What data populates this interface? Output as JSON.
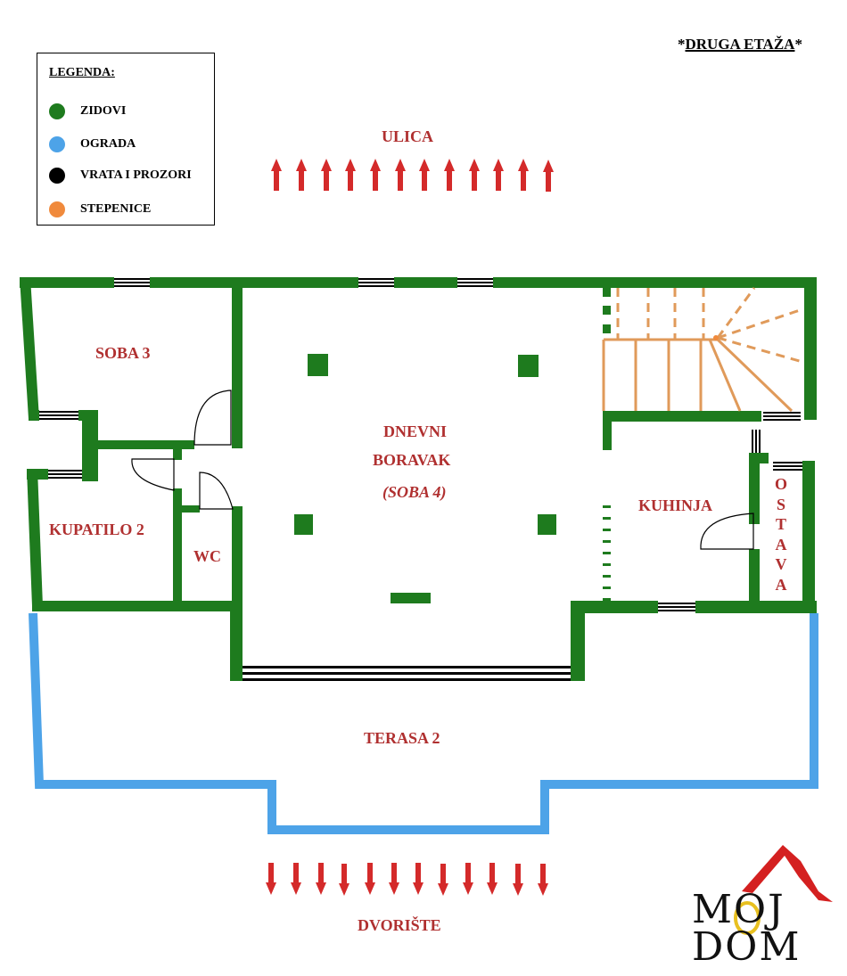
{
  "header": {
    "title_prefix": "*",
    "title": "DRUGA ETAŽA",
    "title_suffix": "*"
  },
  "legend": {
    "title": "LEGENDA:",
    "items": [
      {
        "label": "ZIDOVI",
        "color": "#1e7b1e"
      },
      {
        "label": "OGRADA",
        "color": "#4da3e8"
      },
      {
        "label": "VRATA I PROZORI",
        "color": "#000000"
      },
      {
        "label": "STEPENICE",
        "color": "#f08a3c"
      }
    ]
  },
  "orientation": {
    "top_label": "ULICA",
    "bottom_label": "DVORIŠTE",
    "arrow_count": 12,
    "arrow_color": "#d42a2a"
  },
  "rooms": {
    "soba3": "SOBA 3",
    "dnevni_line1": "DNEVNI",
    "dnevni_line2": "BORAVAK",
    "dnevni_line3": "(SOBA 4)",
    "kupatilo": "KUPATILO 2",
    "wc": "WC",
    "kuhinja": "KUHINJA",
    "ostava": [
      "O",
      "S",
      "T",
      "A",
      "V",
      "A"
    ],
    "terasa": "TERASA 2"
  },
  "logo": {
    "line1": "MOJ",
    "line2": "DOM"
  },
  "colors": {
    "wall": "#1e7b1e",
    "fence": "#4da3e8",
    "stairs": "#e09a5a",
    "label": "#b03030"
  }
}
